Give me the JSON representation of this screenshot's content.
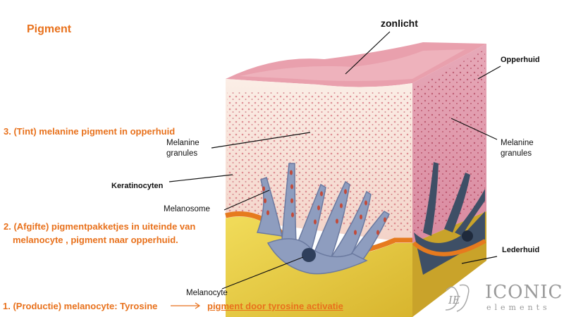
{
  "title": "Pigment",
  "steps": {
    "tint": "3. (Tint) melanine pigment in opperhuid",
    "afgifte_1": "2. (Afgifte) pigmentpakketjes in uiteinde van",
    "afgifte_2": "melanocyte , pigment naar opperhuid.",
    "productie": "1.  (Productie) melanocyte:  Tyrosine",
    "productie_result": "pigment door tyrosine activatie"
  },
  "labels": {
    "zonlicht": "zonlicht",
    "opperhuid": "Opperhuid",
    "melanine_granules_left_1": "Melanine",
    "melanine_granules_left_2": "granules",
    "melanine_granules_right_1": "Melanine",
    "melanine_granules_right_2": "granules",
    "keratinocyten": "Keratinocyten",
    "melanosome": "Melanosome",
    "lederhuid": "Lederhuid",
    "melanocyte": "Melanocyte"
  },
  "logo": {
    "monogram": "IE",
    "name": "ICONIC",
    "sub": "elements"
  },
  "colors": {
    "accent": "#e8711c",
    "skin_top": "#e49aa8",
    "skin_body": "#f8e2d8",
    "dermis_yellow": "#e8c93a",
    "melanocyte": "#8e9dbf"
  }
}
